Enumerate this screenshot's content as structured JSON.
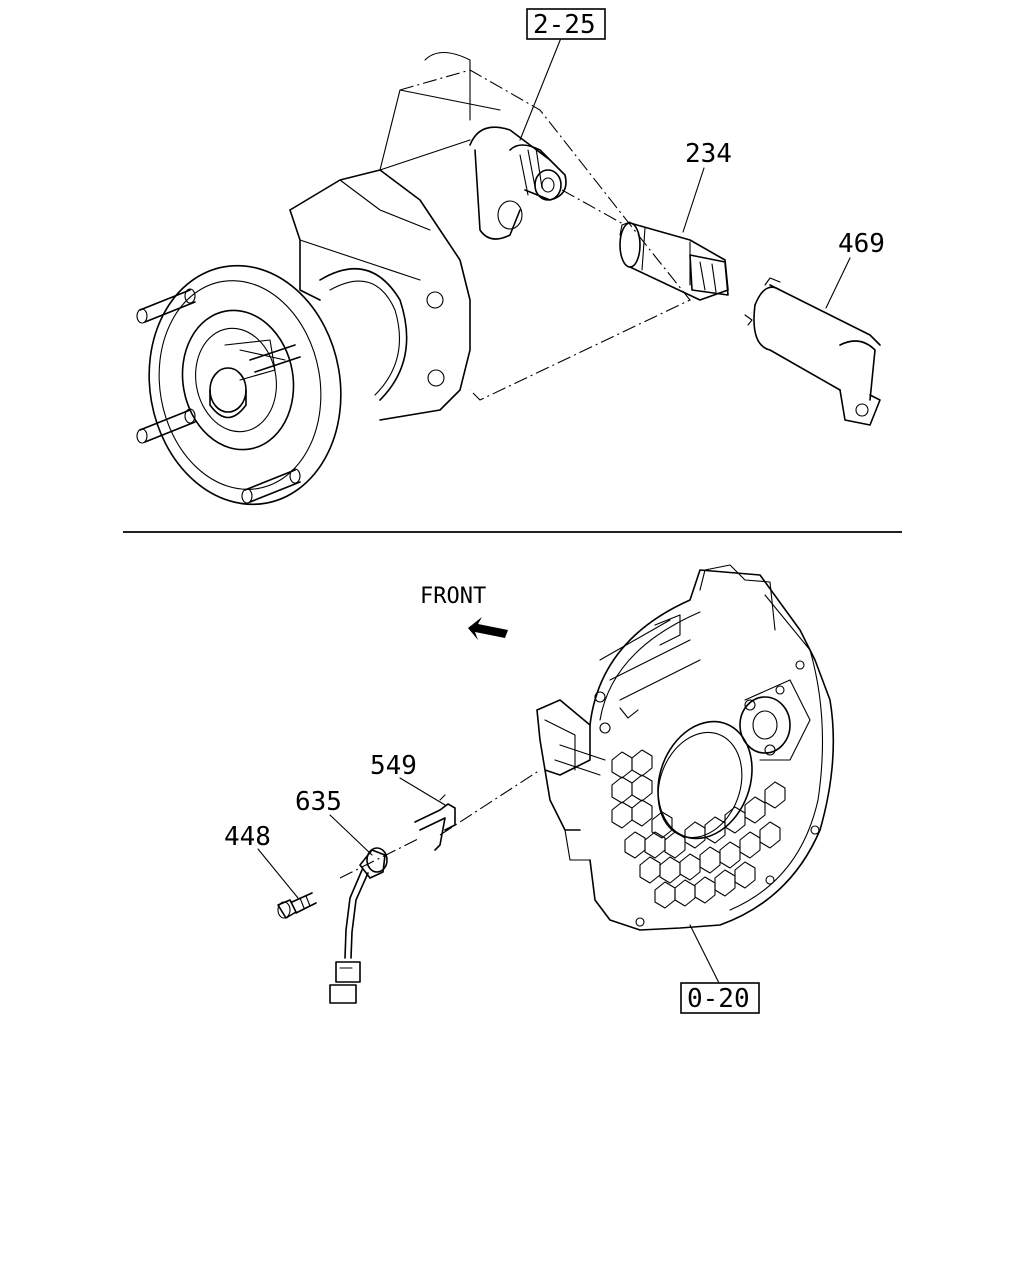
{
  "callouts": {
    "ref_top": "2-25",
    "part_234": "234",
    "part_469": "469",
    "front": "FRONT",
    "part_549": "549",
    "part_635": "635",
    "part_448": "448",
    "ref_bottom": "0-20"
  }
}
